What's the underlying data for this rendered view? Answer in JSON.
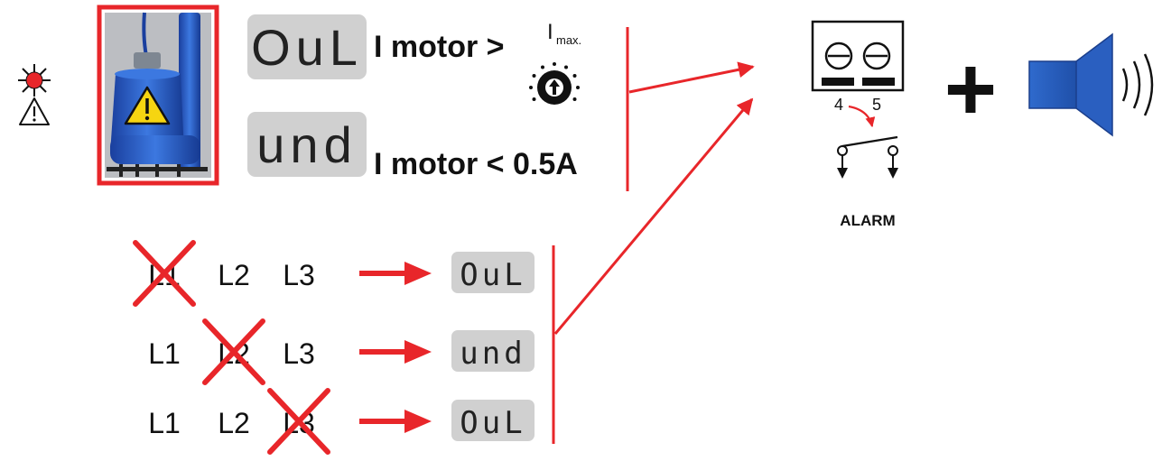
{
  "colors": {
    "alarm_red": "#e8262a",
    "display_gray": "#d0d0d0",
    "display_segment": "#222222",
    "pump_blue": "#1f4fc0",
    "horn_blue": "#2e67c9",
    "text_black": "#111111"
  },
  "status_icons": {
    "lamp": "red-warning-lamp-icon",
    "warning": "warning-triangle-icon"
  },
  "pump_image": {
    "icon": "submersible-pump-warning-icon"
  },
  "conditions": [
    {
      "display": "OuL",
      "label": "I motor >"
    },
    {
      "display": "und",
      "label": "I motor < 0.5A"
    }
  ],
  "knob": {
    "label": "I",
    "subscript": "max.",
    "icon": "rotary-knob-icon"
  },
  "phase_faults": [
    {
      "phases": [
        "L1",
        "L2",
        "L3"
      ],
      "failed_phase": "L1",
      "display": "OuL"
    },
    {
      "phases": [
        "L1",
        "L2",
        "L3"
      ],
      "failed_phase": "L2",
      "display": "und"
    },
    {
      "phases": [
        "L1",
        "L2",
        "L3"
      ],
      "failed_phase": "L3",
      "display": "OuL"
    }
  ],
  "terminal_block": {
    "terminals": [
      "4",
      "5"
    ],
    "relay_label": "ALARM"
  },
  "plus_sign": "+",
  "horn": {
    "icon": "horn-speaker-icon"
  }
}
